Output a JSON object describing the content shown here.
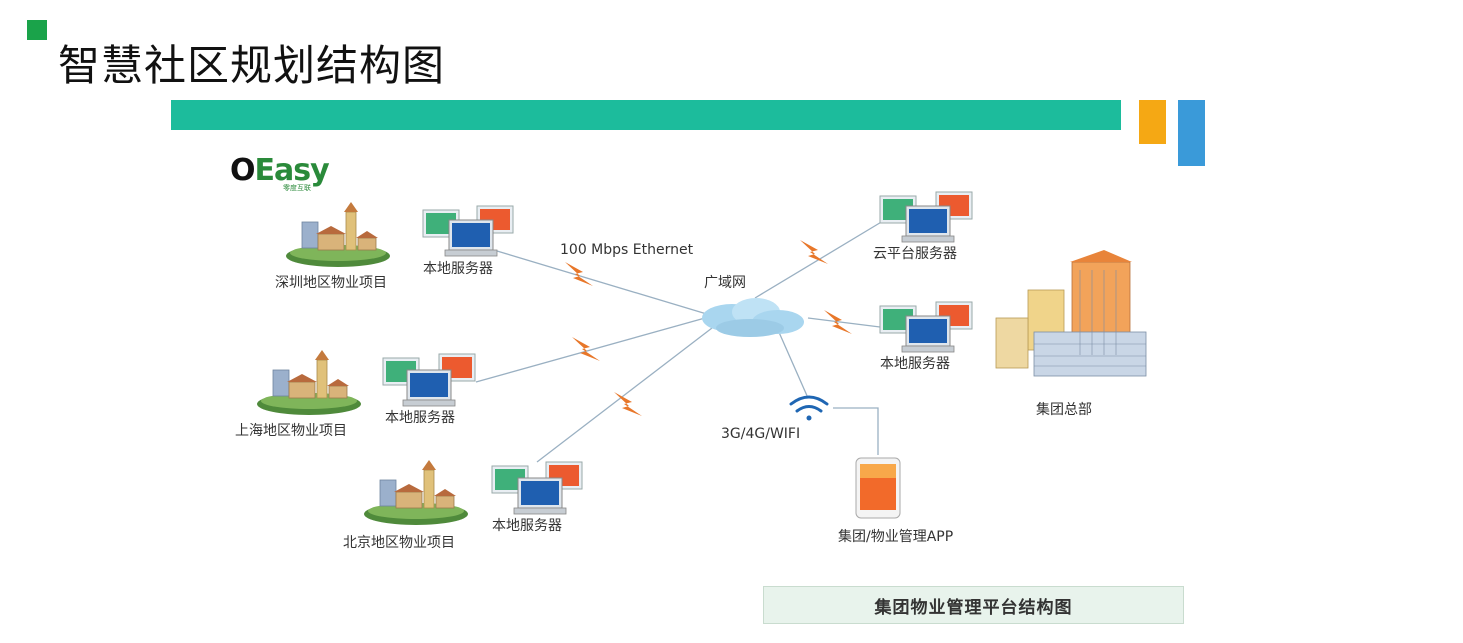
{
  "title": "智慧社区规划结构图",
  "logo": {
    "text_o": "O",
    "text_main": "Easy",
    "sub": "零度互联"
  },
  "network": {
    "ethernet_label": "100 Mbps Ethernet",
    "wan_label": "广域网",
    "wifi_label": "3G/4G/WIFI"
  },
  "projects": {
    "shenzhen": "深圳地区物业项目",
    "shanghai": "上海地区物业项目",
    "beijing": "北京地区物业项目"
  },
  "servers": {
    "local_shenzhen": "本地服务器",
    "local_shanghai": "本地服务器",
    "local_beijing": "本地服务器",
    "cloud": "云平台服务器",
    "local_hq": "本地服务器"
  },
  "hq_label": "集团总部",
  "app_label": "集团/物业管理APP",
  "footer": "集团物业管理平台结构图",
  "colors": {
    "title_square": "#1aa34a",
    "top_bar": "#1cbc9c",
    "bar_orange": "#f5a814",
    "bar_blue": "#3a9ad9",
    "lightning": "#e8772a",
    "cloud": "#a9d6ef"
  }
}
